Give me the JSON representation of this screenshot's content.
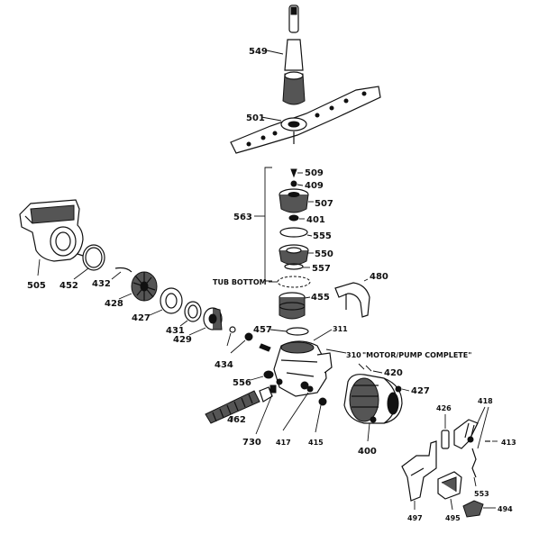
{
  "callouts": {
    "p549": "549",
    "p501": "501",
    "p509": "509",
    "p409": "409",
    "p507": "507",
    "p401": "401",
    "p555": "555",
    "p550": "550",
    "p557": "557",
    "p563": "563",
    "p455": "455",
    "p480": "480",
    "p457": "457",
    "p311": "311",
    "p310": "310",
    "p420": "420",
    "p427": "427",
    "p505": "505",
    "p452": "452",
    "p432": "432",
    "p428": "428",
    "p427b": "427",
    "p431": "431",
    "p429": "429",
    "p434": "434",
    "p556": "556",
    "p462": "462",
    "p730": "730",
    "p417": "417",
    "p415": "415",
    "p400": "400",
    "p426": "426",
    "p418": "418",
    "p413": "413",
    "p553": "553",
    "p497": "497",
    "p495": "495",
    "p494": "494"
  },
  "notes": {
    "tub_bottom": "TUB BOTTOM",
    "motor_pump": "\"MOTOR/PUMP COMPLETE\""
  }
}
